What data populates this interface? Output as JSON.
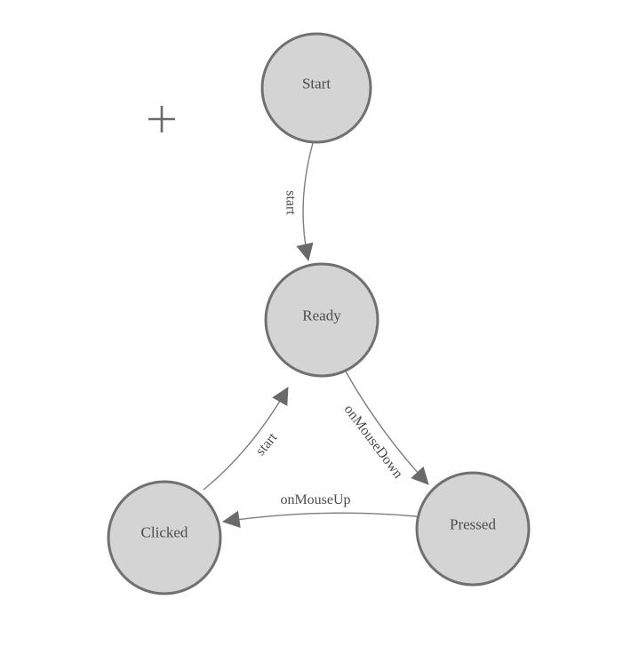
{
  "diagram": {
    "type": "state-machine",
    "nodes": [
      {
        "id": "start",
        "label": "Start"
      },
      {
        "id": "ready",
        "label": "Ready"
      },
      {
        "id": "clicked",
        "label": "Clicked"
      },
      {
        "id": "pressed",
        "label": "Pressed"
      }
    ],
    "edges": [
      {
        "from": "Start",
        "to": "Ready",
        "label": "start"
      },
      {
        "from": "Ready",
        "to": "Pressed",
        "label": "onMouseDown"
      },
      {
        "from": "Pressed",
        "to": "Clicked",
        "label": "onMouseUp"
      },
      {
        "from": "Clicked",
        "to": "Ready",
        "label": "start"
      }
    ],
    "icons": {
      "origin_marker": "plus-icon"
    },
    "colors": {
      "background": "#ffffff",
      "node_fill": "#d4d4d4",
      "node_stroke": "#707070",
      "link": "#7d7d7d",
      "arrow": "#6a6a6a",
      "text": "#4c4c4c"
    }
  }
}
